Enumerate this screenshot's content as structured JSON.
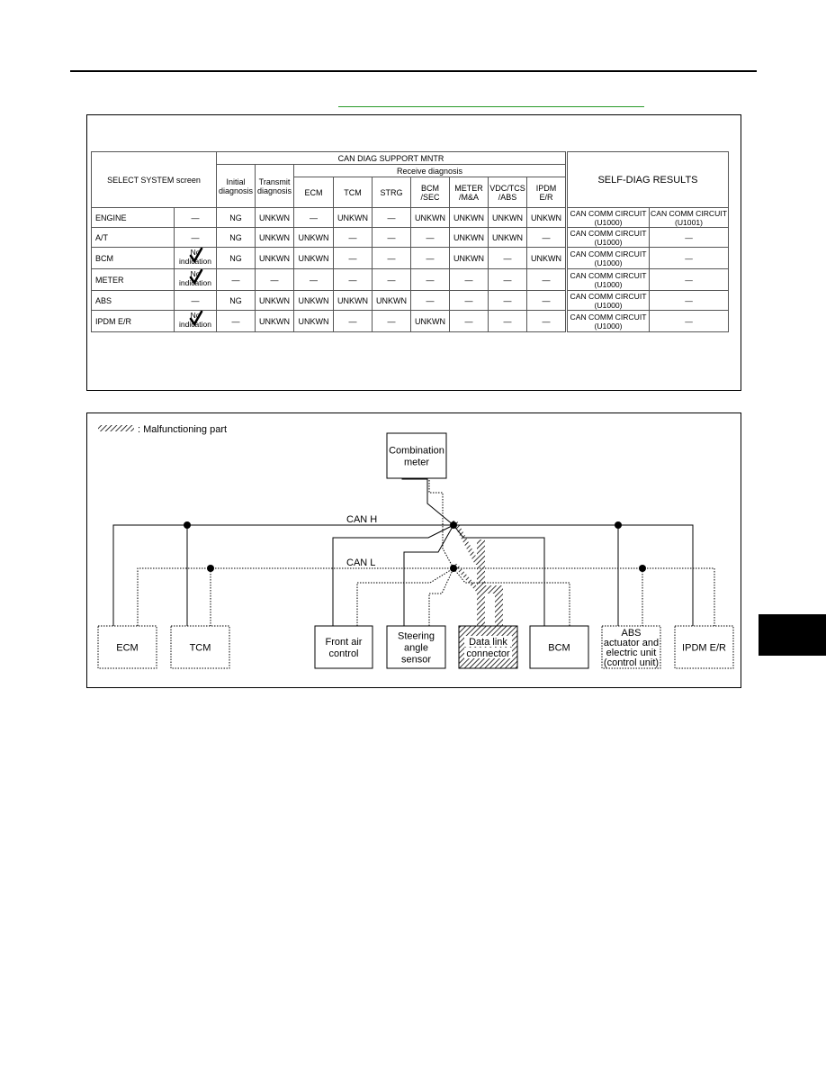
{
  "table": {
    "header": {
      "select_system": "SELECT SYSTEM screen",
      "can_diag": "CAN DIAG SUPPORT MNTR",
      "initial": [
        "Initial",
        "diagnosis"
      ],
      "transmit": [
        "Transmit",
        "diagnosis"
      ],
      "receive": "Receive diagnosis",
      "self_diag": "SELF-DIAG RESULTS",
      "receive_cols": [
        [
          "ECM"
        ],
        [
          "TCM"
        ],
        [
          "STRG"
        ],
        [
          "BCM",
          "/SEC"
        ],
        [
          "METER",
          "/M&A"
        ],
        [
          "VDC/TCS",
          "/ABS"
        ],
        [
          "IPDM",
          "E/R"
        ]
      ]
    },
    "check_text": [
      "No",
      "indication"
    ],
    "rows": [
      {
        "system": "ENGINE",
        "status": "—",
        "check": false,
        "cells": [
          "NG",
          "UNKWN",
          "—",
          "UNKWN",
          "—",
          "UNKWN",
          "UNKWN",
          "UNKWN",
          "UNKWN"
        ],
        "self1": [
          "CAN COMM CIRCUIT",
          "(U1000)"
        ],
        "self2": [
          "CAN COMM CIRCUIT",
          "(U1001)"
        ]
      },
      {
        "system": "A/T",
        "status": "—",
        "check": false,
        "cells": [
          "NG",
          "UNKWN",
          "UNKWN",
          "—",
          "—",
          "—",
          "UNKWN",
          "UNKWN",
          "—"
        ],
        "self1": [
          "CAN COMM CIRCUIT",
          "(U1000)"
        ],
        "self2": [
          "—"
        ]
      },
      {
        "system": "BCM",
        "status": "",
        "check": true,
        "cells": [
          "NG",
          "UNKWN",
          "UNKWN",
          "—",
          "—",
          "—",
          "UNKWN",
          "—",
          "UNKWN"
        ],
        "self1": [
          "CAN COMM CIRCUIT",
          "(U1000)"
        ],
        "self2": [
          "—"
        ]
      },
      {
        "system": "METER",
        "status": "",
        "check": true,
        "cells": [
          "—",
          "—",
          "—",
          "—",
          "—",
          "—",
          "—",
          "—",
          "—"
        ],
        "self1": [
          "CAN COMM CIRCUIT",
          "(U1000)"
        ],
        "self2": [
          "—"
        ]
      },
      {
        "system": "ABS",
        "status": "—",
        "check": false,
        "cells": [
          "NG",
          "UNKWN",
          "UNKWN",
          "UNKWN",
          "UNKWN",
          "—",
          "—",
          "—",
          "—"
        ],
        "self1": [
          "CAN COMM CIRCUIT",
          "(U1000)"
        ],
        "self2": [
          "—"
        ]
      },
      {
        "system": "IPDM E/R",
        "status": "",
        "check": true,
        "cells": [
          "—",
          "UNKWN",
          "UNKWN",
          "—",
          "—",
          "UNKWN",
          "—",
          "—",
          "—"
        ],
        "self1": [
          "CAN COMM CIRCUIT",
          "(U1000)"
        ],
        "self2": [
          "—"
        ]
      }
    ]
  },
  "diagram": {
    "legend": ": Malfunctioning part",
    "can_h": "CAN H",
    "can_l": "CAN L",
    "units": {
      "combination_meter": [
        "Combination",
        "meter"
      ],
      "ecm": [
        "ECM"
      ],
      "tcm": [
        "TCM"
      ],
      "front_air_control": [
        "Front air",
        "control"
      ],
      "steering_angle_sensor": [
        "Steering",
        "angle",
        "sensor"
      ],
      "data_link_connector": [
        "Data link",
        "connector"
      ],
      "bcm": [
        "BCM"
      ],
      "abs_unit": [
        "ABS",
        "actuator and",
        "electric unit",
        "(control unit)"
      ],
      "ipdm": [
        "IPDM E/R"
      ]
    }
  }
}
